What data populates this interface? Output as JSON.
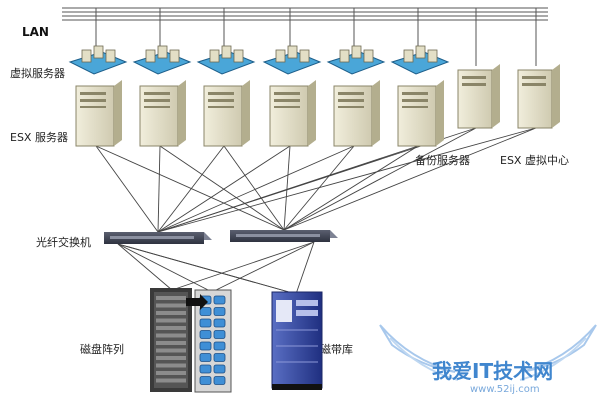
{
  "labels": {
    "lan": "LAN",
    "virtual_server": "虚拟服务器",
    "esx_server": "ESX 服务器",
    "backup_server": "备份服务器",
    "esx_center": "ESX 虚拟中心",
    "fiber_switch": "光纤交换机",
    "disk_array": "磁盘阵列",
    "tape_library": "磁带库"
  },
  "watermark": {
    "text": "我爱IT技术网",
    "url": "www.52ij.com"
  },
  "colors": {
    "tower_body": "#dedbc4",
    "tower_shade": "#b3ae8e",
    "vm_tray": "#4aa6d8",
    "switch_body": "#3e4352",
    "tape_blue": "#2b3f99",
    "disk_blue": "#3f8fd6",
    "rack_dark": "#333333",
    "watermark": "#2c79c9"
  }
}
